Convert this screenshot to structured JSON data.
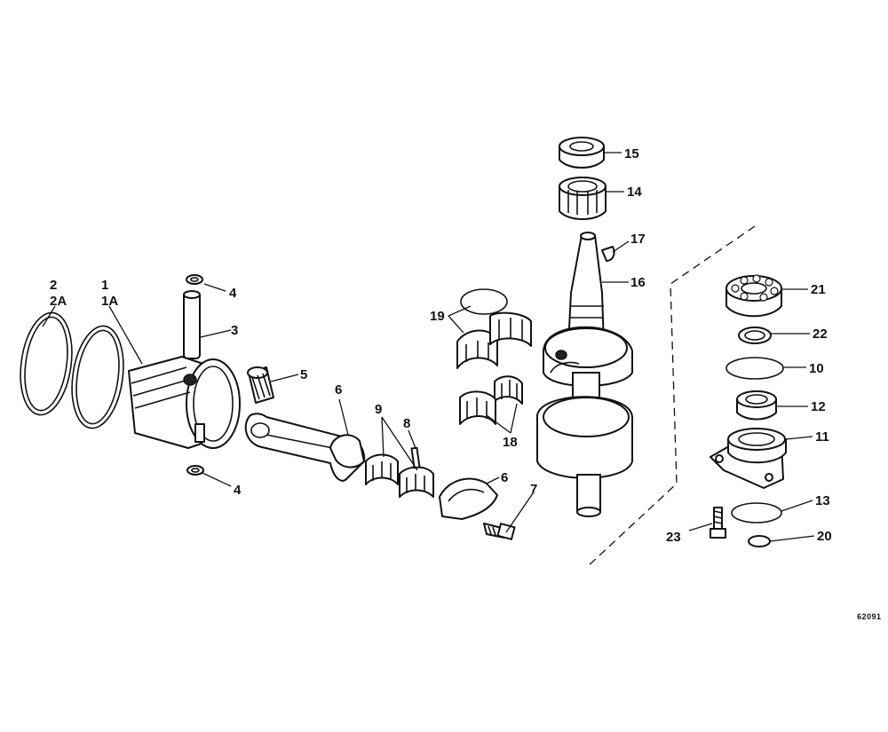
{
  "diagram": {
    "callouts": {
      "c1": "1",
      "c1a": "1A",
      "c2": "2",
      "c2a": "2A",
      "c3": "3",
      "c4a": "4",
      "c4b": "4",
      "c5": "5",
      "c6a": "6",
      "c6b": "6",
      "c7": "7",
      "c8": "8",
      "c9": "9",
      "c10": "10",
      "c11": "11",
      "c12": "12",
      "c13": "13",
      "c14": "14",
      "c15": "15",
      "c16": "16",
      "c17": "17",
      "c18": "18",
      "c19": "19",
      "c20": "20",
      "c21": "21",
      "c22": "22",
      "c23": "23"
    },
    "figure_code": "62091"
  }
}
